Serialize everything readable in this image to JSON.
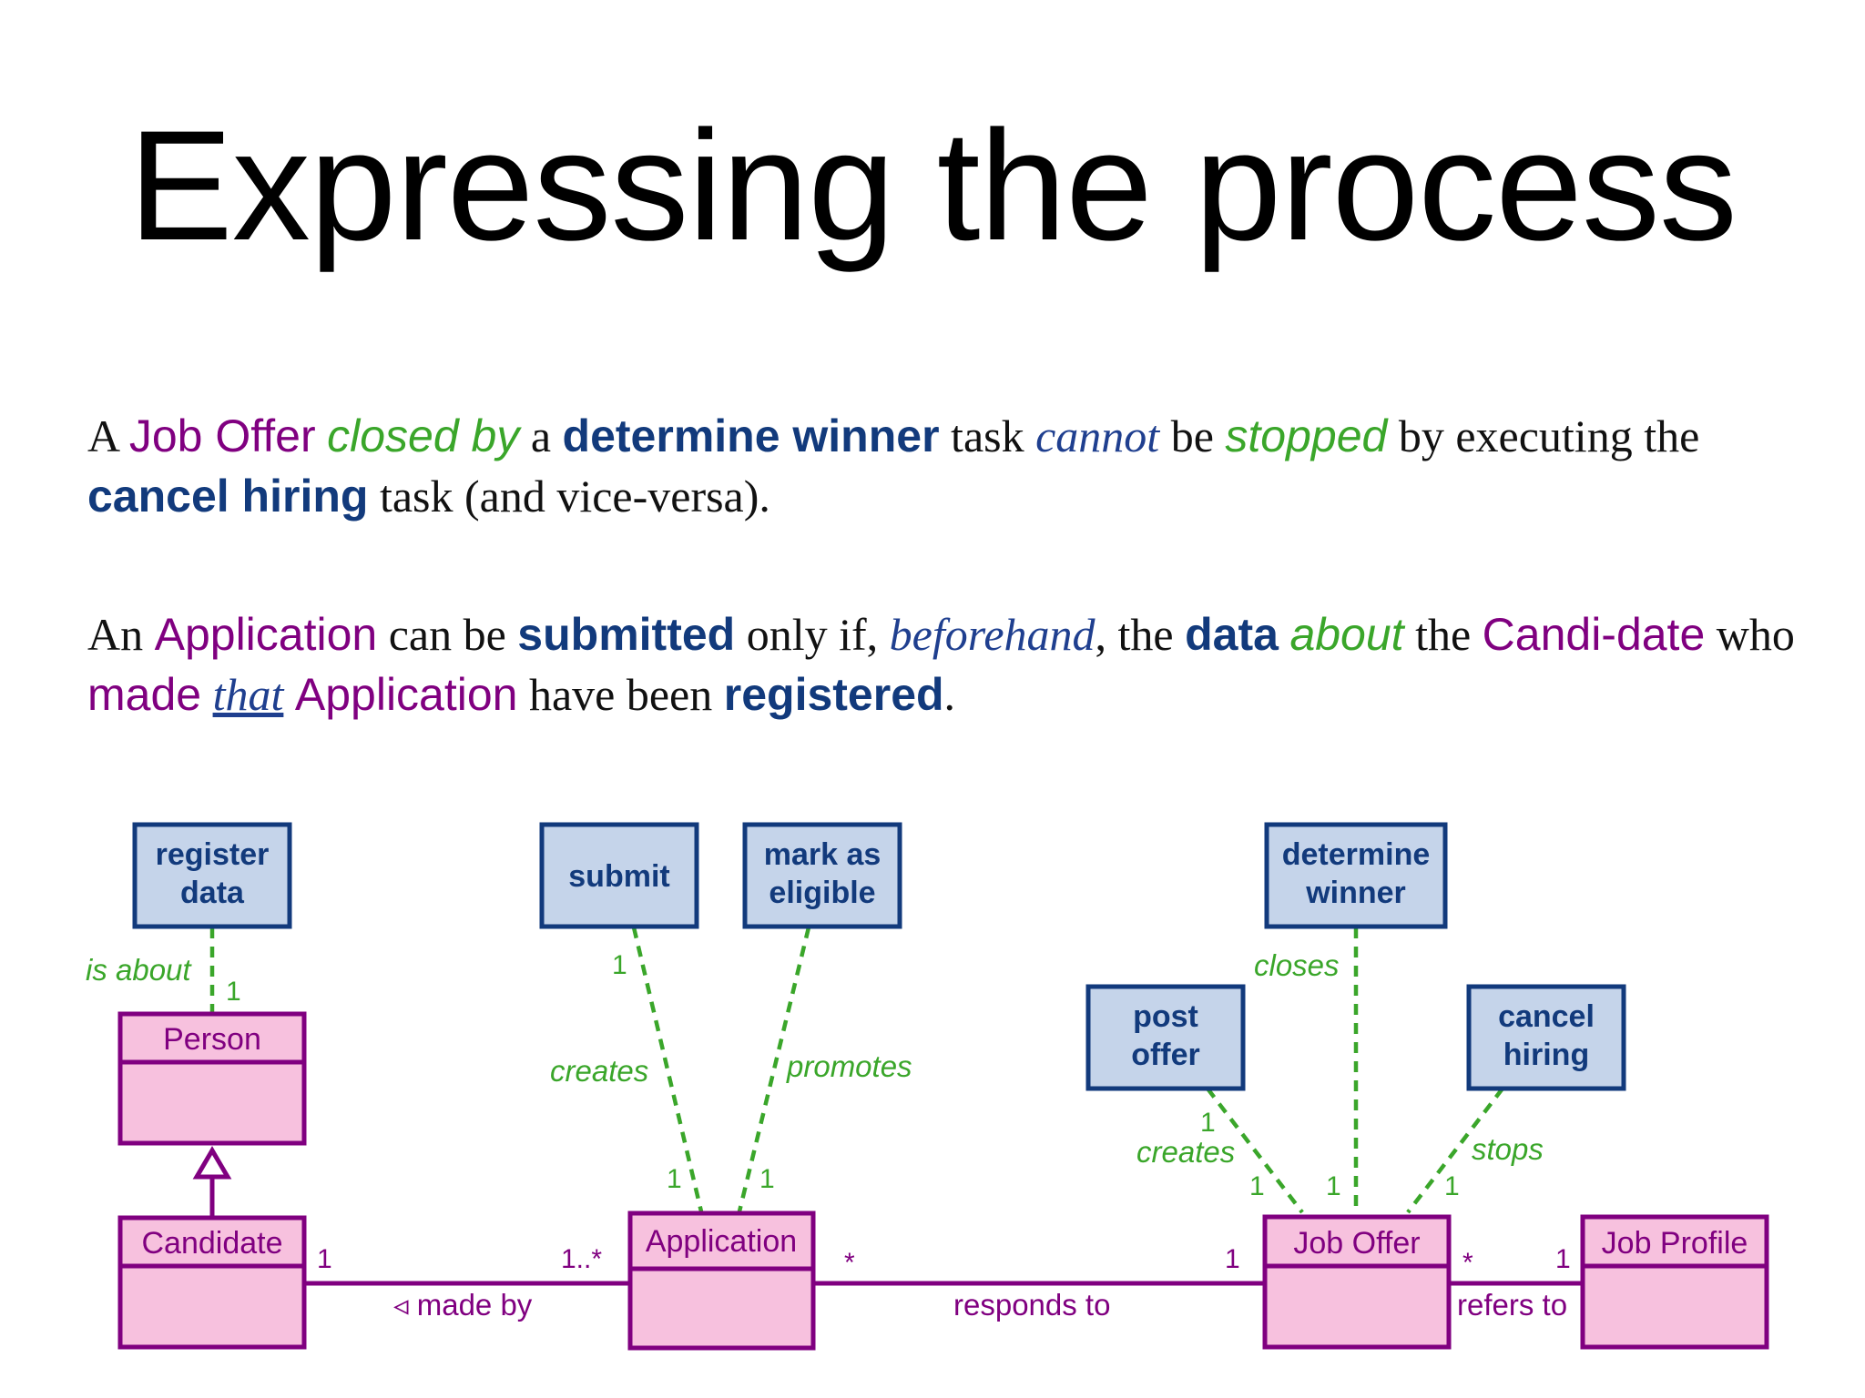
{
  "title": "Expressing the process",
  "paragraph1": {
    "w1": "A",
    "job_offer": "Job Offer",
    "closed_by": "closed by",
    "w2": "a",
    "determine_winner": "determine winner",
    "w3": "task",
    "cannot": "cannot",
    "w4": "be",
    "stopped": "stopped",
    "w5": "by executing the",
    "cancel_hiring": "cancel hiring",
    "w6": "task (and vice-versa)."
  },
  "paragraph2": {
    "w1": "An",
    "application": "Application",
    "w2": "can be",
    "submitted": "submitted",
    "w3": "only if,",
    "beforehand": "beforehand",
    "w4": ", the",
    "data": "data",
    "about": "about",
    "w5": "the",
    "candidate": "Candi-date",
    "w6": "who",
    "made": "made",
    "that": "that",
    "application2": "Application",
    "w7": "have been",
    "registered": "registered",
    "w8": "."
  },
  "diagram": {
    "tasks": {
      "register_data": [
        "register",
        "data"
      ],
      "submit": [
        "submit"
      ],
      "mark_as_eligible": [
        "mark as",
        "eligible"
      ],
      "determine_winner": [
        "determine",
        "winner"
      ],
      "post_offer": [
        "post",
        "offer"
      ],
      "cancel_hiring": [
        "cancel",
        "hiring"
      ]
    },
    "classes": {
      "person": "Person",
      "candidate": "Candidate",
      "application": "Application",
      "job_offer": "Job Offer",
      "job_profile": "Job Profile"
    },
    "relations": {
      "is_about": "is about",
      "creates_app": "creates",
      "promotes": "promotes",
      "closes": "closes",
      "creates_offer": "creates",
      "stops": "stops"
    },
    "associations": {
      "made_by": "◃ made by",
      "responds_to": "responds to",
      "refers_to": "refers to"
    },
    "multiplicities": {
      "is_about_person": "1",
      "submit_top": "1",
      "creates_app_bottom": "1",
      "promotes_bottom": "1",
      "post_offer_top": "1",
      "creates_offer_bottom": "1",
      "closes_bottom": "1",
      "stops_bottom": "1",
      "candidate_made_by": "1",
      "application_made_by": "1..*",
      "application_responds": "*",
      "joboffer_responds": "1",
      "joboffer_refers": "*",
      "jobprofile_refers": "1"
    }
  }
}
